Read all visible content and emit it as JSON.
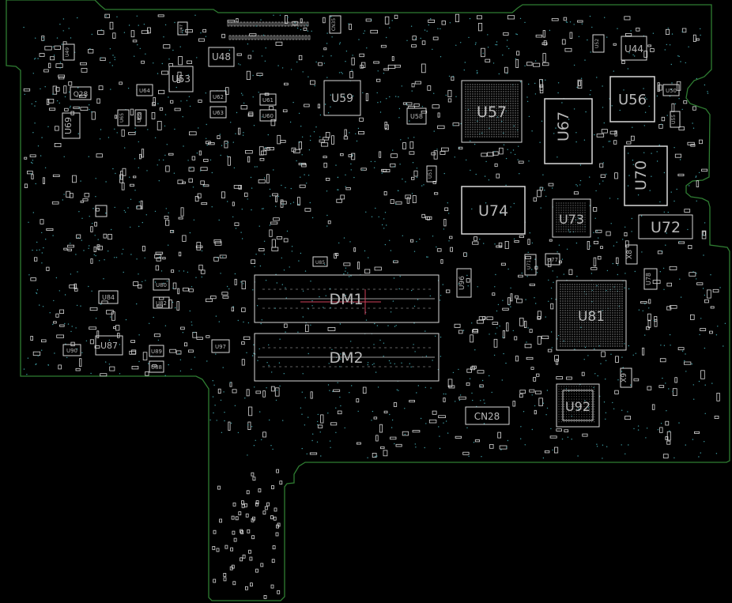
{
  "colors": {
    "background": "#000000",
    "board_outline": "#2f7d32",
    "component": "#d8d8d8",
    "label": "#b8b8b8",
    "test_point": "#3fa0a8",
    "marker": "#d0405a"
  },
  "labels": {
    "U57": "U57",
    "U67": "U67",
    "U56": "U56",
    "U70": "U70",
    "U72": "U72",
    "U74": "U74",
    "U73": "U73",
    "U81": "U81",
    "U92": "U92",
    "U59": "U59",
    "U53": "U53",
    "U48": "U48",
    "U44": "U44",
    "U69": "U69",
    "U87": "U87",
    "U96": "U96",
    "DM1": "DM1",
    "DM2": "DM2",
    "CN28": "CN28",
    "Q28": "Q28",
    "X8": "X8",
    "X9": "X9",
    "U78": "U78",
    "U58": "U58",
    "U84": "U84",
    "U86": "U86",
    "U80": "U80",
    "U82": "U82",
    "U90": "U90",
    "U97": "U97",
    "U88": "U88",
    "U89": "U89",
    "U77": "U77",
    "U60": "U60",
    "U61": "U61",
    "U62": "U62",
    "U63": "U63",
    "U50": "U50",
    "U49": "U49",
    "U64": "U64",
    "U65": "U65",
    "U66": "U66",
    "U71": "U71",
    "U52": "U52",
    "U47": "U47",
    "U85": "U85",
    "CN35": "CN35",
    "U55": "U55",
    "U51": "U51",
    "U93": "U93"
  }
}
